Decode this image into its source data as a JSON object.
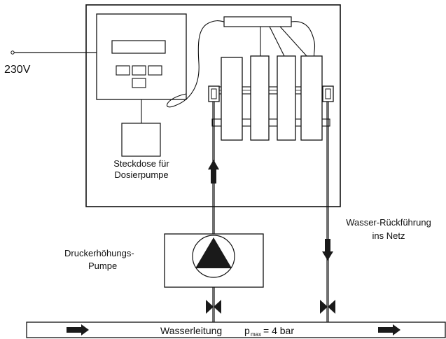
{
  "labels": {
    "voltage": "230V",
    "socket_line1": "Steckdose für",
    "socket_line2": "Dosierpumpe",
    "booster_line1": "Druckerhöhungs-",
    "booster_line2": "Pumpe",
    "return_line1": "Wasser-Rückführung",
    "return_line2": "ins Netz",
    "pipe": "Wasserleitung",
    "pressure_symbol": "p",
    "pressure_subscript": "max",
    "pressure_value": "= 4 bar"
  },
  "colors": {
    "stroke": "#111111",
    "fill_dark": "#1a1a1a",
    "background": "#ffffff"
  }
}
